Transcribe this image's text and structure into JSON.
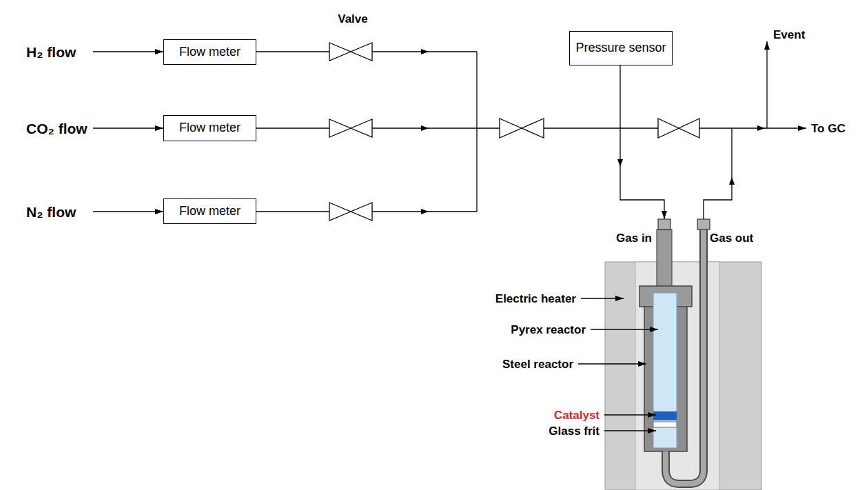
{
  "diagram": {
    "nodes": [
      {
        "text": [
          "Flow meter"
        ]
      },
      {
        "text": [
          "Flow meter"
        ]
      },
      {
        "text": [
          "Flow meter"
        ]
      },
      {
        "text": [
          "Pressure sensor"
        ]
      }
    ],
    "labels": [
      "H₂ flow",
      "CO₂ flow",
      "N₂ flow",
      "Valve",
      "Event",
      "To GC",
      "Gas in",
      "Gas out",
      "Electric heater",
      "Pyrex reactor",
      "Steel reactor",
      "Catalyst",
      "Glass frit"
    ]
  }
}
